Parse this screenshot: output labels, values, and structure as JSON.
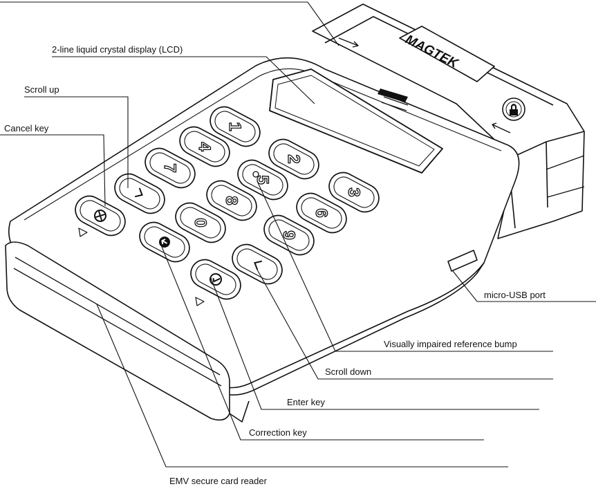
{
  "device": {
    "brand": "MAGTEK",
    "ink_color": "#111111",
    "body_color": "#ffffff"
  },
  "keypad": {
    "digit_keys": [
      "1",
      "2",
      "3",
      "4",
      "5",
      "6",
      "7",
      "8",
      "9",
      "0"
    ],
    "function_keys": [
      {
        "name": "cancel",
        "icon": "cancel-icon"
      },
      {
        "name": "scroll-up",
        "icon": "chevron-up-icon"
      },
      {
        "name": "correction",
        "icon": "back-arrow-icon"
      },
      {
        "name": "scroll-down",
        "icon": "chevron-down-icon"
      },
      {
        "name": "enter",
        "icon": "check-icon"
      }
    ]
  },
  "callouts": {
    "lcd": "2-line liquid crystal display (LCD)",
    "scroll_up": "Scroll up",
    "cancel_key": "Cancel key",
    "micro_usb": "micro-USB port",
    "reference_bump": "Visually impaired reference bump",
    "scroll_down": "Scroll down",
    "enter_key": "Enter key",
    "correction_key": "Correction key",
    "card_reader": "EMV secure card reader"
  }
}
